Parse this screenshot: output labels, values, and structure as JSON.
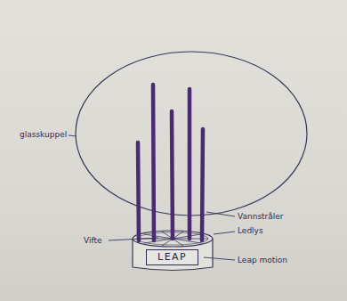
{
  "diagram": {
    "nodes": [
      {
        "text": [
          "LEAP"
        ]
      }
    ],
    "labels": [
      "glasskuppel",
      "Vannstråler",
      "Ledlys",
      "Vifte",
      "Leap motion"
    ]
  }
}
